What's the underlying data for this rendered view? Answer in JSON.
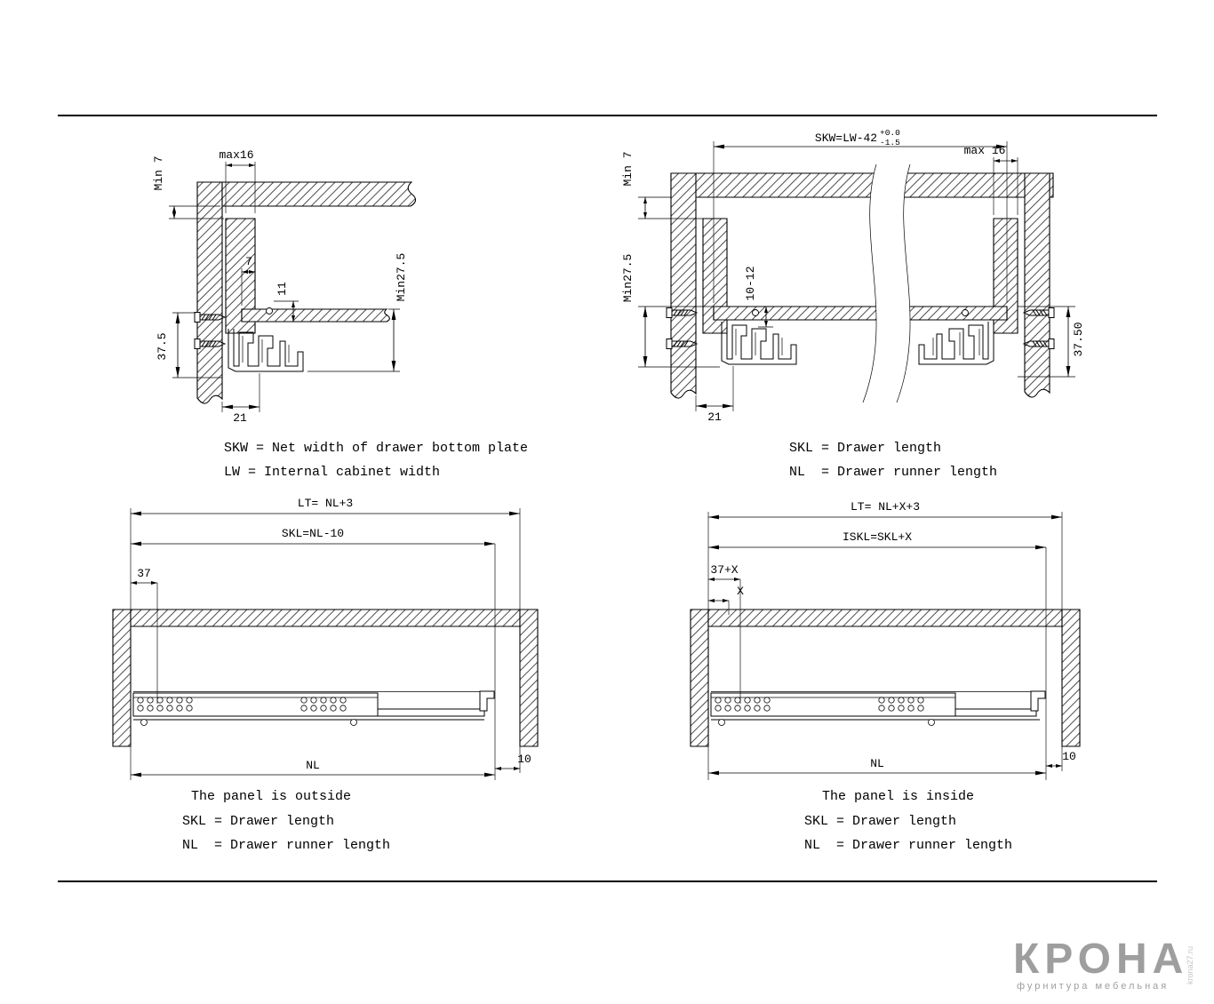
{
  "colors": {
    "line_color": "#000000",
    "logo_gray": "#9e9e9e",
    "watermark_gray": "#c4c4c4"
  },
  "captions": {
    "tl1": "SKW = Net width of drawer bottom plate",
    "tl2": "LW = Internal cabinet width",
    "tr1": "SKL = Drawer length",
    "tr2": "NL  = Drawer runner length",
    "bl_title": "The panel is outside",
    "bl1": "SKL = Drawer length",
    "bl2": "NL  = Drawer runner length",
    "br_title": "The panel is inside",
    "br1": "SKL = Drawer length",
    "br2": "NL  = Drawer runner length"
  },
  "d1": {
    "max16": "max16",
    "min7": "Min 7",
    "g7": "7",
    "g11": "11",
    "min275": "Min27.5",
    "h375": "37.5",
    "w21": "21"
  },
  "d2": {
    "skw": "SKW=LW-42",
    "tolp": "+0.0",
    "tolm": "-1.5",
    "min7": "Min 7",
    "max16": "max 16",
    "min275": "Min27.5",
    "r1012": "10-12",
    "h375": "37.50",
    "w21": "21"
  },
  "d3": {
    "lt": "LT= NL+3",
    "skl": "SKL=NL-10",
    "o37": "37",
    "nl": "NL",
    "g10": "10"
  },
  "d4": {
    "lt": "LT= NL+X+3",
    "iskl": "ISKL=SKL+X",
    "o37x": "37+X",
    "x": "X",
    "nl": "NL",
    "g10": "10"
  },
  "logo": {
    "brand": "КРОНА",
    "tagline": "фурнитура мебельная",
    "watermark": "krona27.ru"
  }
}
